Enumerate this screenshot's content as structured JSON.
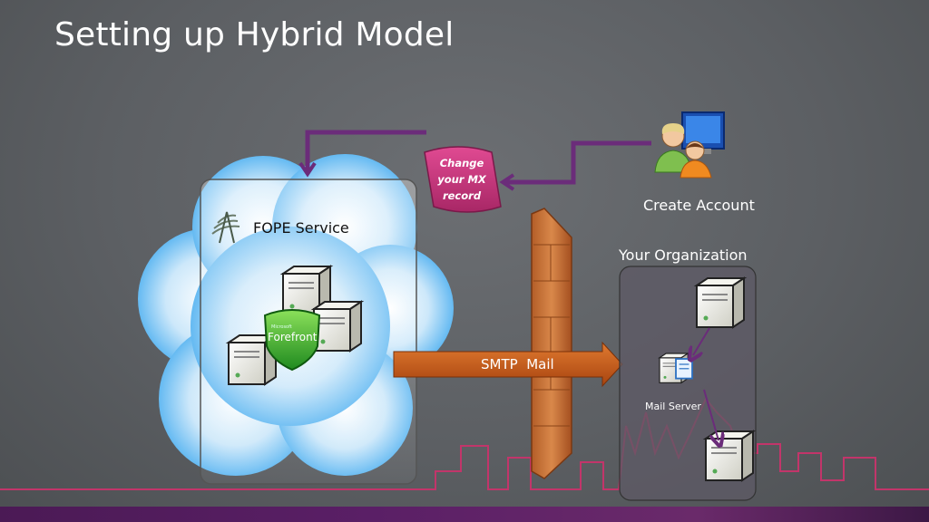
{
  "slide": {
    "title": "Setting up Hybrid Model"
  },
  "cloud": {
    "service_label": "FOPE Service",
    "shield_brand_small": "Microsoft",
    "shield_brand": "Forefront"
  },
  "mx_flag": {
    "text": "Change your MX record"
  },
  "account": {
    "label": "Create Account",
    "icon": "users-computer-icon"
  },
  "organization": {
    "label": "Your Organization",
    "mail_server_label": "Mail Server"
  },
  "smtp_arrow": {
    "label": "SMTP  Mail"
  },
  "colors": {
    "arrow_purple": "#6b2c7a",
    "mx_flag": "#c2357a",
    "smtp_arrow": "#c0561a",
    "firewall": "#c9743a",
    "skyline": "#c2356a",
    "cloud": "#5cb8f0"
  }
}
